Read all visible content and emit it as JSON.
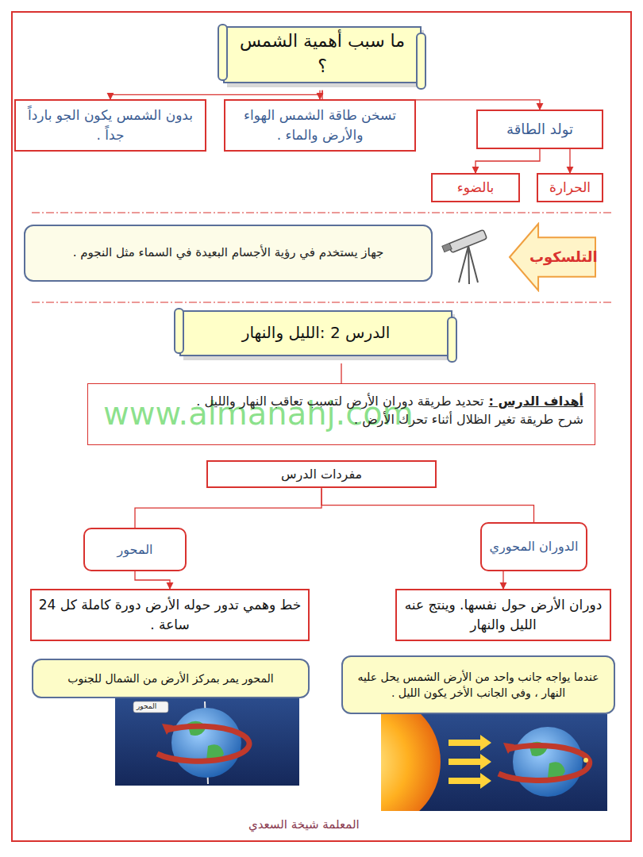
{
  "diagram": {
    "nodes": [
      {
        "text": [
          "ما سبب أهمية الشمس ؟"
        ]
      },
      {
        "text": [
          "تولد الطاقة"
        ]
      },
      {
        "text": [
          "الحرارة"
        ]
      },
      {
        "text": [
          "بالضوء"
        ]
      },
      {
        "text": [
          "تسخن طاقة الشمس الهواء والأرض والماء ."
        ]
      },
      {
        "text": [
          "بدون الشمس يكون الجو بارداً جداً ."
        ]
      },
      {
        "text": [
          "التلسكوب"
        ]
      },
      {
        "text": [
          "جهاز يستخدم في رؤية الأجسام البعيدة في السماء مثل النجوم ."
        ]
      },
      {
        "text": [
          "الدرس 2 :الليل والنهار"
        ]
      },
      {
        "text": [
          "أهداف الدرس :",
          "تحديد طريقة دوران الأرض لتسبب تعاقب النهار والليل .",
          "شرح طريقة تغير الظلال أثناء تحرك الأرض ."
        ]
      },
      {
        "text": [
          "مفردات الدرس"
        ]
      },
      {
        "text": [
          "الدوران المحوري"
        ]
      },
      {
        "text": [
          "المحور"
        ]
      },
      {
        "text": [
          "دوران الأرض حول نفسها. وينتج عنه الليل والنهار"
        ]
      },
      {
        "text": [
          "خط وهمي تدور حوله الأرض دورة كاملة كل 24 ساعة ."
        ]
      },
      {
        "text": [
          "عندما يواجه جانب واحد من الأرض الشمس يحل عليه النهار ، وفي الجانب الأخر يكون الليل ."
        ]
      },
      {
        "text": [
          "المحور يمر بمركز الأرض من الشمال للجنوب"
        ]
      }
    ],
    "edges": [
      {
        "from": 0,
        "to": 1,
        "arrow": "to"
      },
      {
        "from": 0,
        "to": 4,
        "arrow": "to"
      },
      {
        "from": 0,
        "to": 5,
        "arrow": "to"
      },
      {
        "from": 1,
        "to": 2,
        "arrow": "to"
      },
      {
        "from": 1,
        "to": 3,
        "arrow": "to"
      },
      {
        "from": 8,
        "to": 9,
        "arrow": "none"
      },
      {
        "from": 10,
        "to": 11,
        "arrow": "none"
      },
      {
        "from": 10,
        "to": 12,
        "arrow": "none"
      },
      {
        "from": 11,
        "to": 13,
        "arrow": "to"
      },
      {
        "from": 12,
        "to": 14,
        "arrow": "to"
      }
    ],
    "labels": [
      "www.almanahj.com",
      "المحور",
      "المعلمة شيخة السعدي"
    ]
  }
}
